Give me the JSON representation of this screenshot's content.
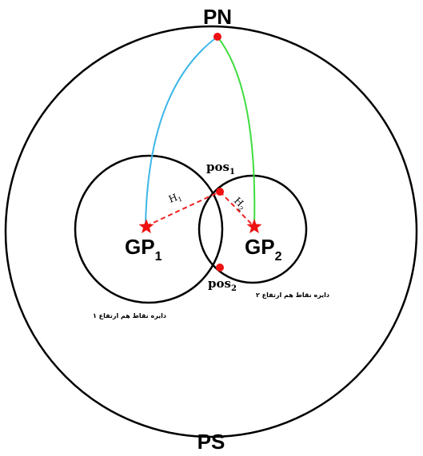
{
  "labels": {
    "north_pole": "PN",
    "south_pole": "PS",
    "gp1_base": "GP",
    "gp1_sub": "1",
    "gp2_base": "GP",
    "gp2_sub": "2",
    "pos1_base": "pos",
    "pos1_sub": "1",
    "pos2_base": "pos",
    "pos2_sub": "2",
    "h1_base": "H",
    "h1_sub": "1",
    "h2_base": "H",
    "h2_sub": "2",
    "circle1_caption": "دایره نقاط هم ارتفاع ۱",
    "circle2_caption": "دایره نقاط هم ارتفاع ۲"
  },
  "colors": {
    "outline": "#000000",
    "arc_gp1": "#3cb6e8",
    "arc_gp2": "#3fdc3f",
    "marker": "#ee1111",
    "dash": "#ee2222"
  }
}
